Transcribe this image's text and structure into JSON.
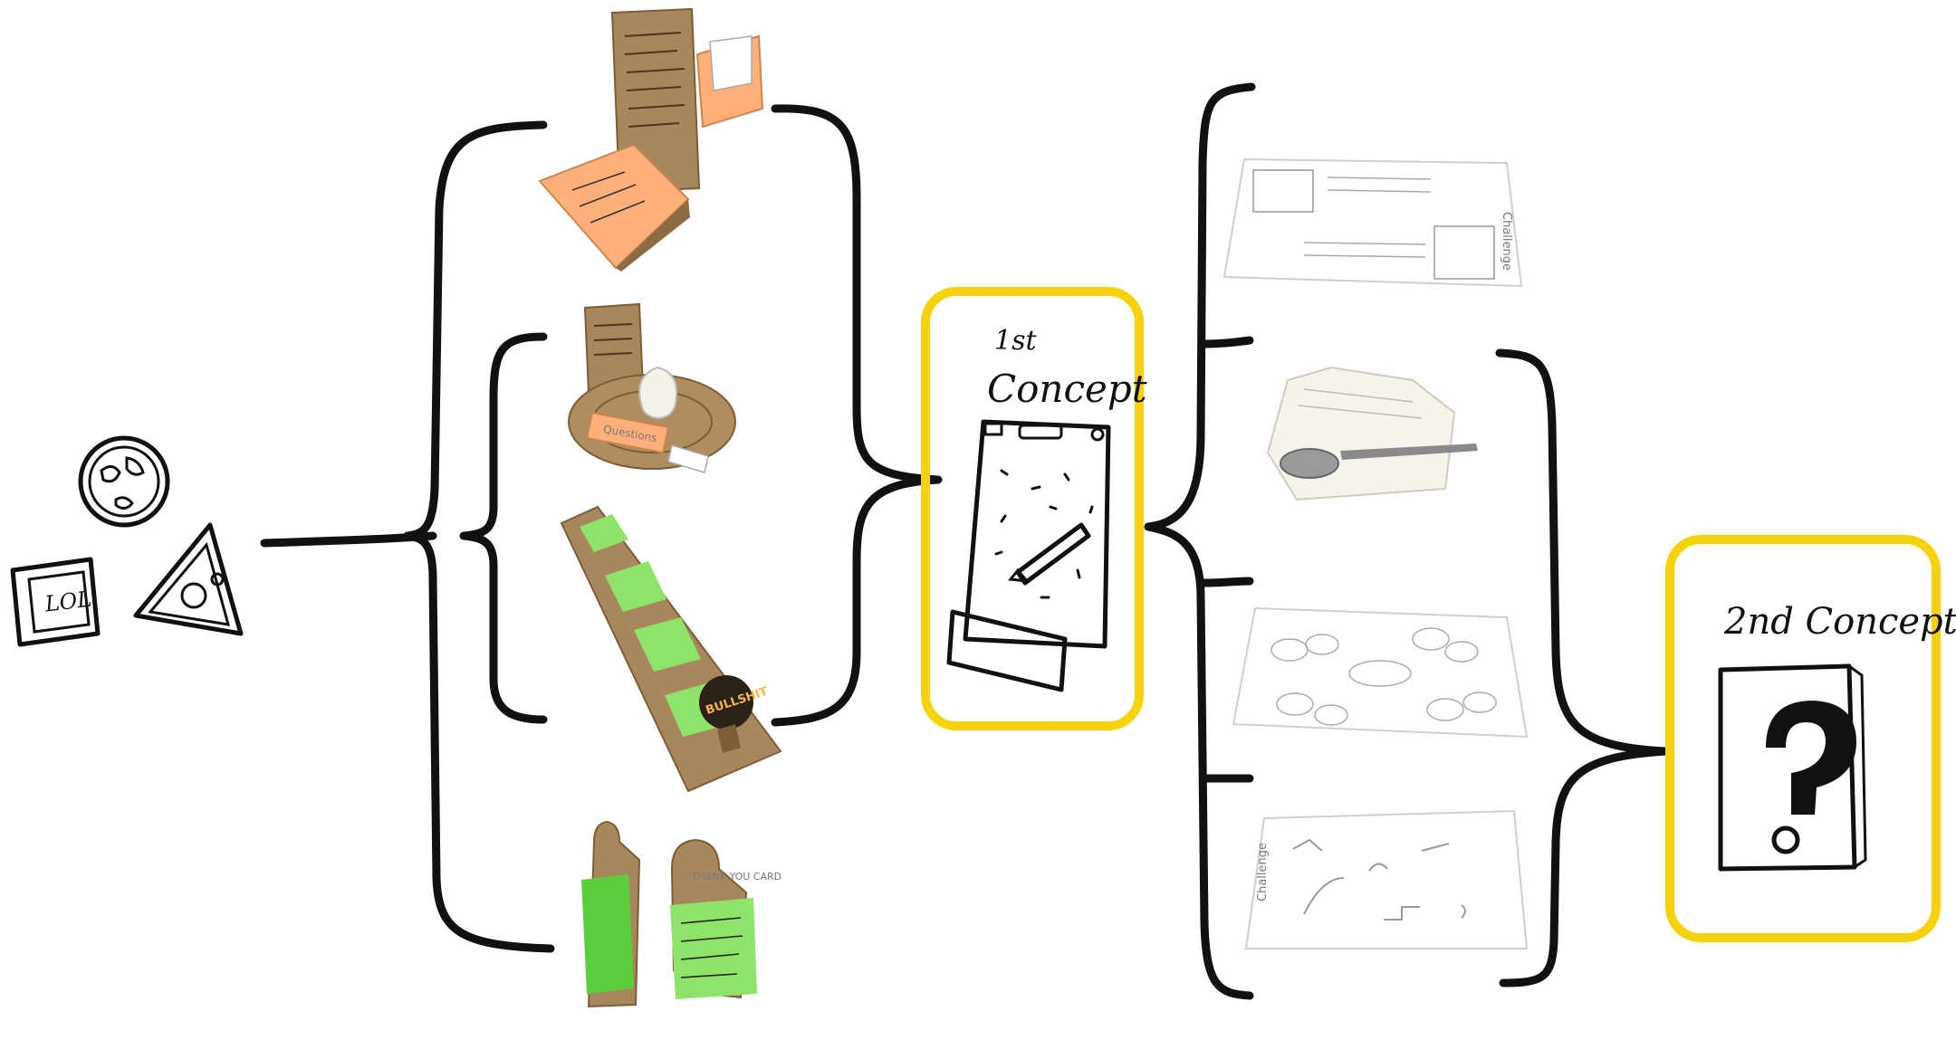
{
  "labels": {
    "first_concept_ordinal": "1st",
    "first_concept_word": "Concept",
    "second_concept": "2nd Concept",
    "lol_badge": "LOL",
    "prototype_sign_2": "Questions",
    "prototype_badge_3": "BULLSHIT",
    "prototype_figure_4": "THANK YOU CARD",
    "challenge_card_1": "Challenge",
    "challenge_card_4": "Challenge"
  },
  "colors": {
    "concept_frame": "#f5d20c",
    "ink": "#111111",
    "cardboard": "#a9875c",
    "orange_note": "#ffb07a",
    "green_note": "#8fe36a"
  }
}
